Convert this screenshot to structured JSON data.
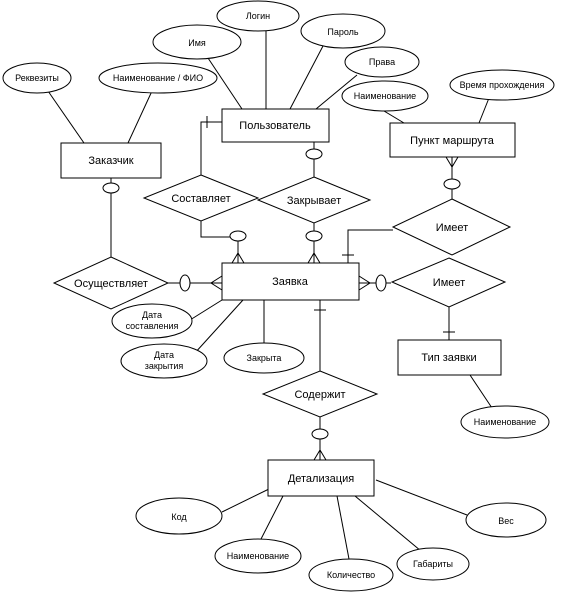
{
  "entities": {
    "customer": "Заказчик",
    "user": "Пользователь",
    "route_point": "Пункт маршрута",
    "request": "Заявка",
    "request_type": "Тип заявки",
    "detail": "Детализация"
  },
  "relationships": {
    "composes": "Составляет",
    "closes": "Закрывает",
    "performs": "Осуществляет",
    "has_route": "Имеет",
    "has_type": "Имеет",
    "contains": "Содержит"
  },
  "attributes": {
    "customer_requisites": "Реквезиты",
    "customer_name": "Наименование / ФИО",
    "user_name": "Имя",
    "user_login": "Логин",
    "user_password": "Пароль",
    "user_rights": "Права",
    "route_name": "Наименование",
    "route_time": "Время прохождения",
    "request_created_line1": "Дата",
    "request_created_line2": "составления",
    "request_closed_date_line1": "Дата",
    "request_closed_date_line2": "закрытия",
    "request_closed": "Закрыта",
    "type_name": "Наименование",
    "detail_code": "Код",
    "detail_name": "Наименование",
    "detail_quantity": "Количество",
    "detail_dimensions": "Габариты",
    "detail_weight": "Вес"
  }
}
